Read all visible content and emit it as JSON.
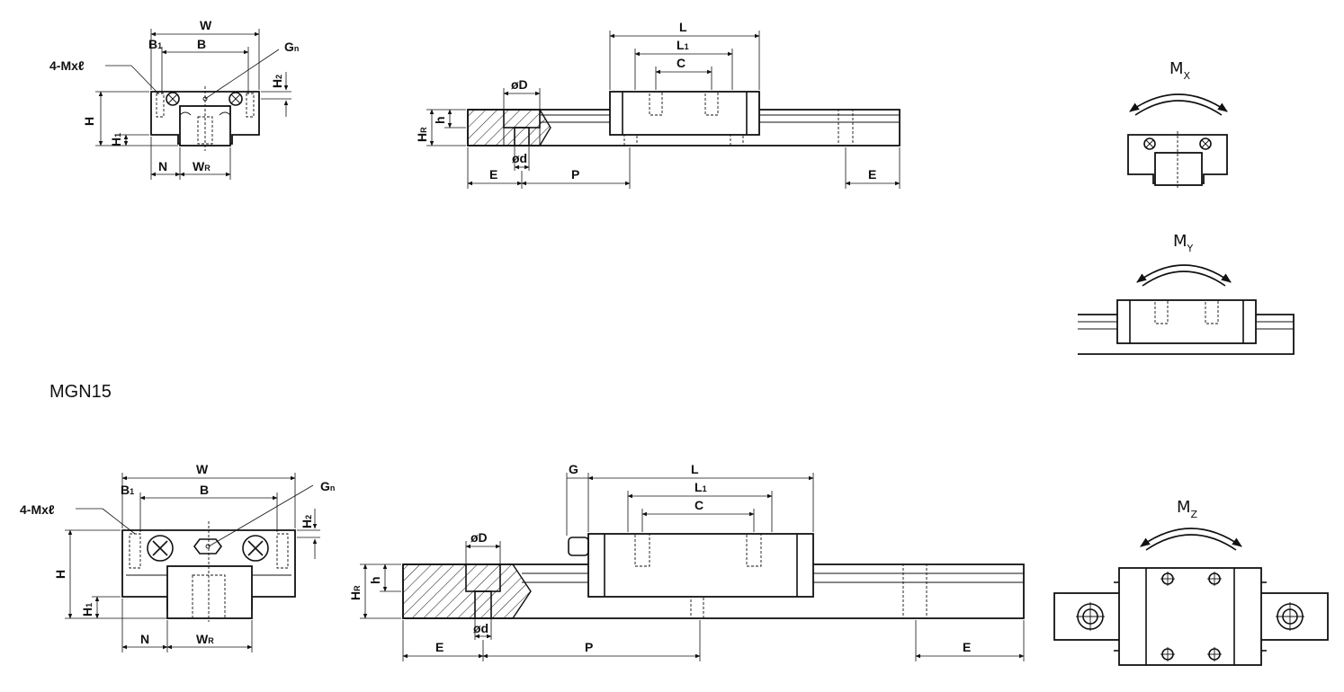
{
  "section_label": "MGN15",
  "top_view": {
    "front": {
      "W": "W",
      "B1": "B",
      "B1_sub": "1",
      "B": "B",
      "Gn": "G",
      "Gn_sub": "n",
      "H2": "H",
      "H2_sub": "2",
      "mount": "4-Mxℓ",
      "H": "H",
      "H1": "H",
      "H1_sub": "1",
      "N": "N",
      "WR": "W",
      "WR_sub": "R"
    },
    "side": {
      "L": "L",
      "L1": "L",
      "L1_sub": "1",
      "C": "C",
      "D": "øD",
      "d": "ød",
      "HR": "H",
      "HR_sub": "R",
      "h": "h",
      "E_left": "E",
      "P": "P",
      "E_right": "E"
    }
  },
  "bottom_view": {
    "front": {
      "W": "W",
      "B1": "B",
      "B1_sub": "1",
      "B": "B",
      "Gn": "G",
      "Gn_sub": "n",
      "H2": "H",
      "H2_sub": "2",
      "mount": "4-Mxℓ",
      "H": "H",
      "H1": "H",
      "H1_sub": "1",
      "N": "N",
      "WR": "W",
      "WR_sub": "R"
    },
    "side": {
      "G": "G",
      "L": "L",
      "L1": "L",
      "L1_sub": "1",
      "C": "C",
      "D": "øD",
      "d": "ød",
      "HR": "H",
      "HR_sub": "R",
      "h": "h",
      "E_left": "E",
      "P": "P",
      "E_right": "E"
    }
  },
  "moments": {
    "mx": {
      "base": "M",
      "sub": "X"
    },
    "my": {
      "base": "M",
      "sub": "Y"
    },
    "mz": {
      "base": "M",
      "sub": "Z"
    }
  }
}
